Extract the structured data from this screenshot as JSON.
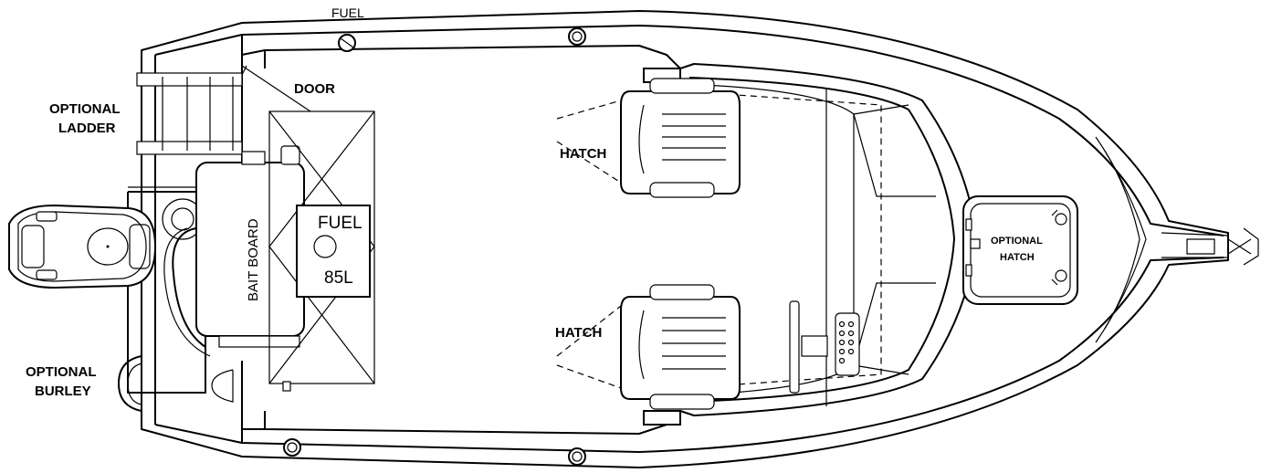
{
  "labels": {
    "fuel_top": "FUEL",
    "door": "DOOR",
    "optional_ladder_1": "OPTIONAL",
    "optional_ladder_2": "LADDER",
    "optional_burley_1": "OPTIONAL",
    "optional_burley_2": "BURLEY",
    "hatch_top": "HATCH",
    "hatch_bottom": "HATCH",
    "bait_board": "BAIT BOARD",
    "fuel_tank_1": "FUEL",
    "fuel_tank_2": "85L",
    "optional_hatch_1": "OPTIONAL",
    "optional_hatch_2": "HATCH"
  }
}
